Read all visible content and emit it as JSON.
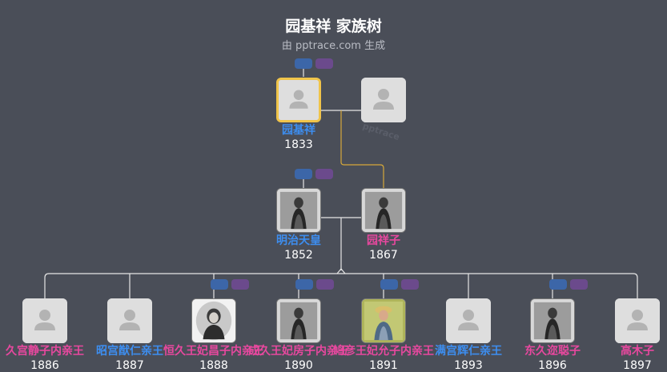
{
  "title": "园基祥 家族树",
  "subtitle": "由 pptrace.com 生成",
  "watermark": "pptrace",
  "colors": {
    "background": "#4a4e58",
    "male": "#3d8ef0",
    "female": "#e8489f",
    "focus_border": "#f0c44a",
    "link_gold": "#d7a93a",
    "link_white": "#e6e6e6"
  },
  "people": [
    {
      "id": "p1",
      "name": "园基祥",
      "year": "1833",
      "gender": "male",
      "photo": "placeholder",
      "focus": true
    },
    {
      "id": "p2",
      "name": "",
      "year": "",
      "gender": "female",
      "photo": "placeholder"
    },
    {
      "id": "p3",
      "name": "明治天皇",
      "year": "1852",
      "gender": "male",
      "photo": "bw-portrait"
    },
    {
      "id": "p4",
      "name": "园祥子",
      "year": "1867",
      "gender": "female",
      "photo": "bw-portrait"
    },
    {
      "id": "c1",
      "name": "久宫静子内亲王",
      "year": "1886",
      "gender": "female",
      "photo": "placeholder"
    },
    {
      "id": "c2",
      "name": "昭宫猷仁亲王",
      "year": "1887",
      "gender": "male",
      "photo": "placeholder"
    },
    {
      "id": "c3",
      "name": "恒久王妃昌子内亲王",
      "year": "1888",
      "gender": "female",
      "photo": "bw-portrait-oval"
    },
    {
      "id": "c4",
      "name": "成久王妃房子内亲王",
      "year": "1890",
      "gender": "female",
      "photo": "bw-portrait"
    },
    {
      "id": "c5",
      "name": "鸠彦王妃允子内亲王",
      "year": "1891",
      "gender": "female",
      "photo": "color-portrait"
    },
    {
      "id": "c6",
      "name": "满宫辉仁亲王",
      "year": "1893",
      "gender": "male",
      "photo": "placeholder"
    },
    {
      "id": "c7",
      "name": "东久迩聪子",
      "year": "1896",
      "gender": "female",
      "photo": "bw-portrait"
    },
    {
      "id": "c8",
      "name": "高木子",
      "year": "1897",
      "gender": "female",
      "photo": "placeholder"
    }
  ]
}
